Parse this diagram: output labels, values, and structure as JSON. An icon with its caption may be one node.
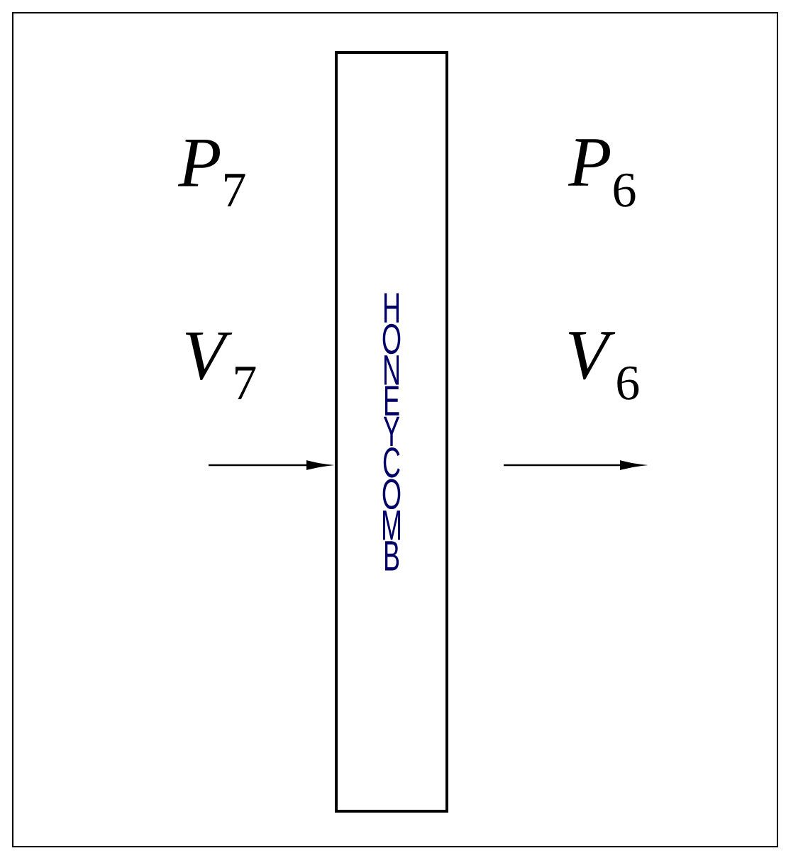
{
  "diagram": {
    "nodes": [
      {
        "text": [
          "HONEYCOMB"
        ]
      }
    ],
    "labels": [
      "*P*$_{7}$",
      "*P*$_{6}$",
      "*V*$_{7}$",
      "*V*$_{6}$"
    ]
  }
}
